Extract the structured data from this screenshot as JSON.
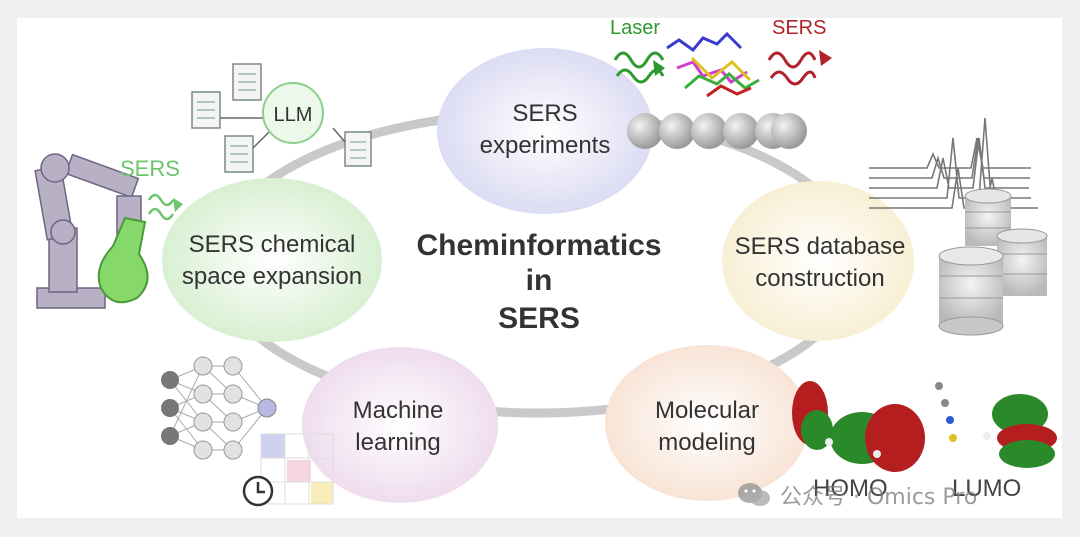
{
  "center": {
    "line1": "Cheminformatics",
    "line2": "in",
    "line3": "SERS"
  },
  "nodes": {
    "experiments": {
      "line1": "SERS",
      "line2": "experiments",
      "color": "#e5e6f7"
    },
    "database": {
      "line1": "SERS database",
      "line2": "construction",
      "color": "#fbf5e1"
    },
    "modeling": {
      "line1": "Molecular",
      "line2": "modeling",
      "color": "#fbeee3"
    },
    "machine_learning": {
      "line1": "Machine",
      "line2": "learning",
      "color": "#f5eaf4"
    },
    "chemical_space": {
      "line1": "SERS chemical",
      "line2": "space expansion",
      "color": "#e6f5e2"
    }
  },
  "labels": {
    "laser": "Laser",
    "sers_top": "SERS",
    "llm": "LLM",
    "sers_left": "SERS",
    "homo": "HOMO",
    "lumo": "LUMO"
  },
  "colors": {
    "ring": "#c9c9c9",
    "laser_green": "#2e9a2e",
    "sers_red": "#b0232b",
    "light_green": "#6cc46c",
    "orbital_red": "#b41e1e",
    "orbital_green": "#2a8a2a"
  },
  "watermark": {
    "text": "公众号 · Omics Pro"
  }
}
